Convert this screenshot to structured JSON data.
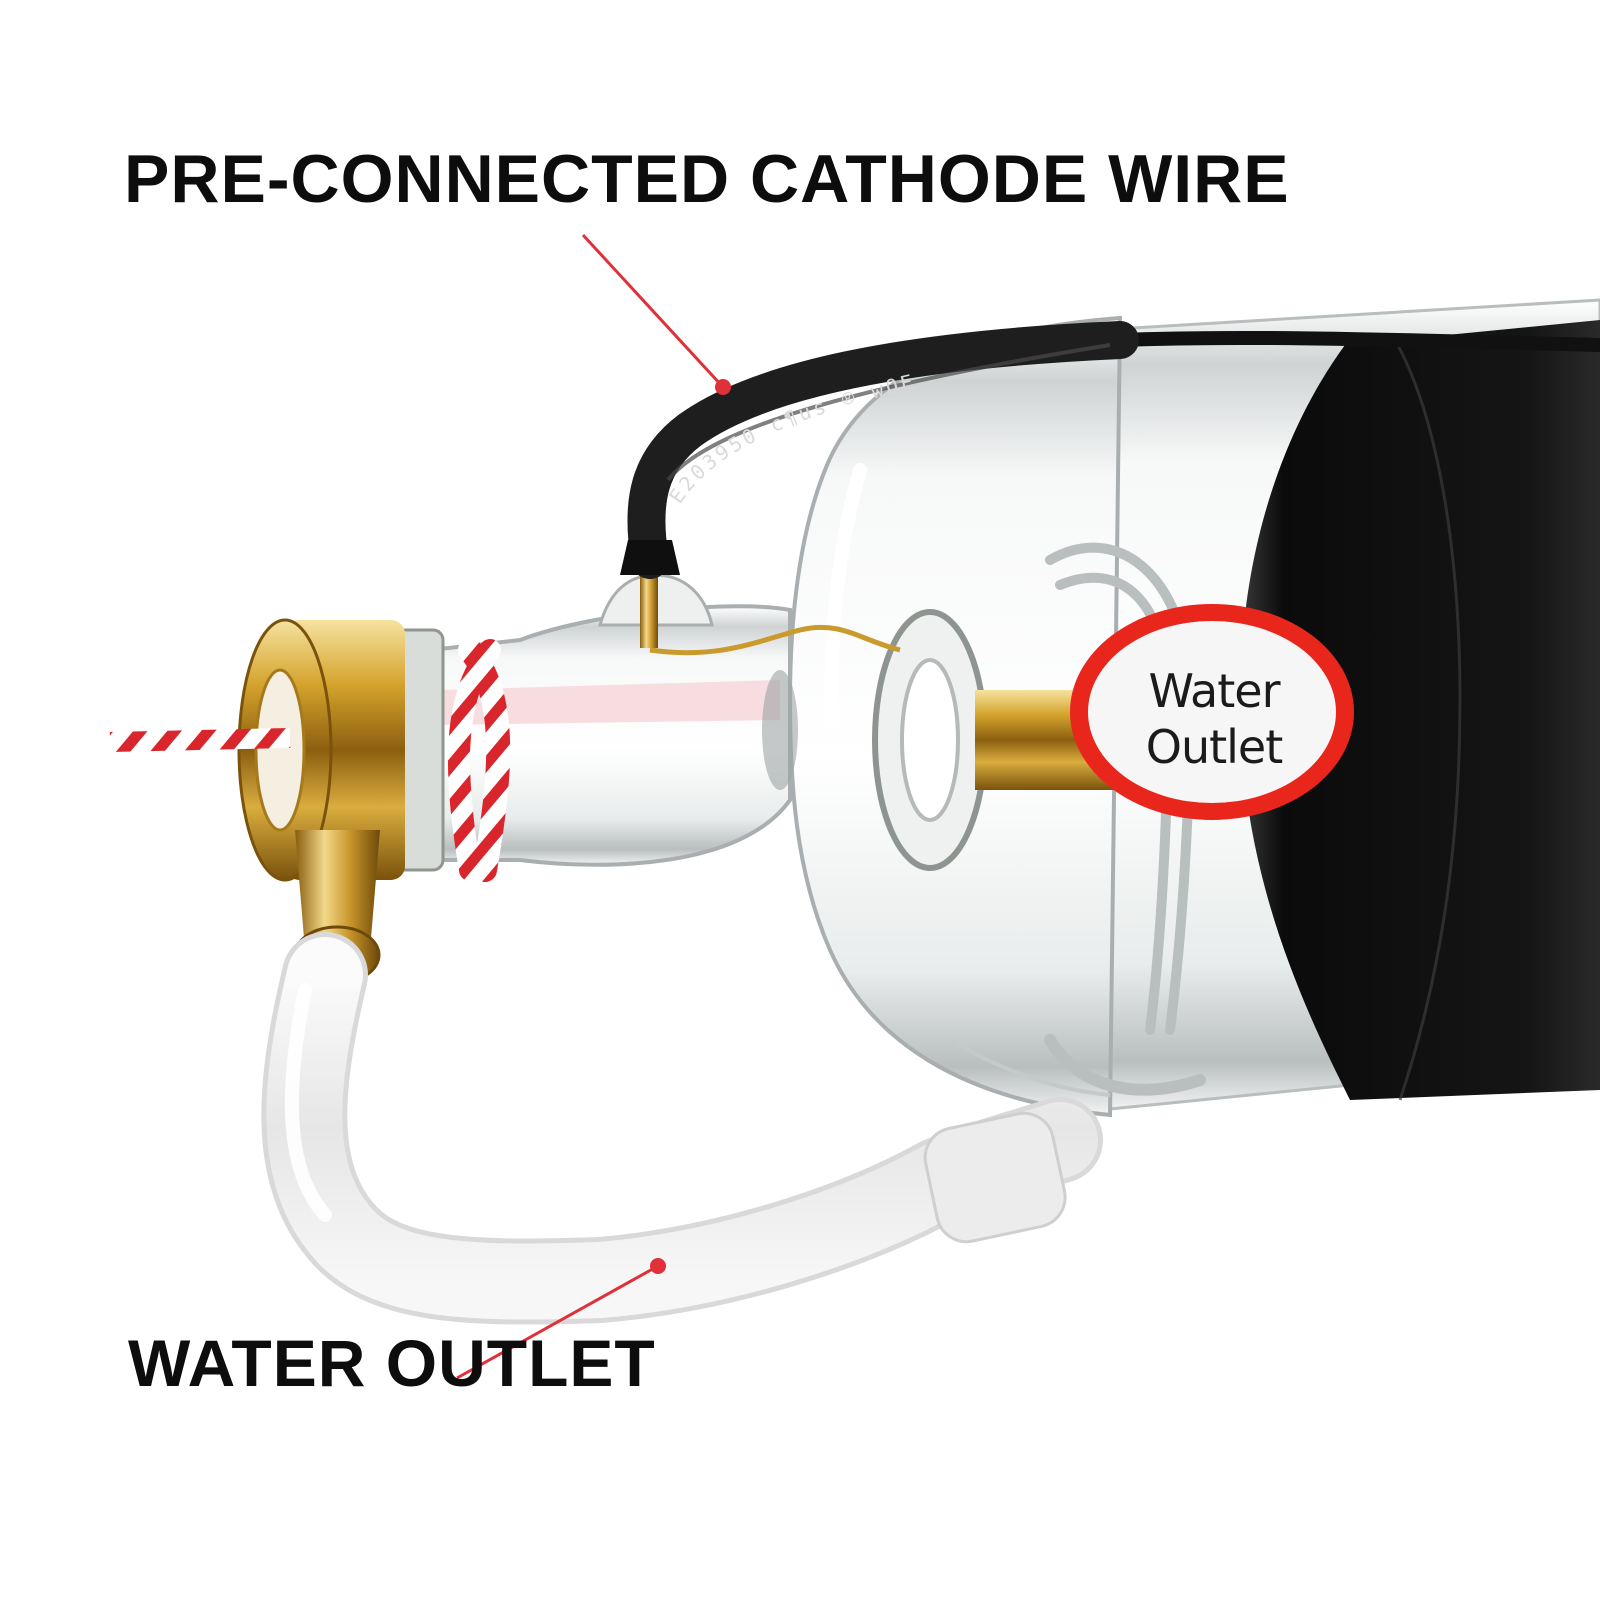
{
  "callouts": {
    "cathode": "PRE-CONNECTED CATHODE WIRE",
    "outlet": "WATER OUTLET"
  },
  "sticker": {
    "line1": "Water",
    "line2": "Outlet"
  },
  "cable_print": "E203950 c¶us ® wOE",
  "colors": {
    "callout_line": "#e0303a",
    "sticker_ring": "#e8261c",
    "brass": "#d4a32c",
    "tape": "#111111",
    "hose": "#f1f1f1"
  }
}
